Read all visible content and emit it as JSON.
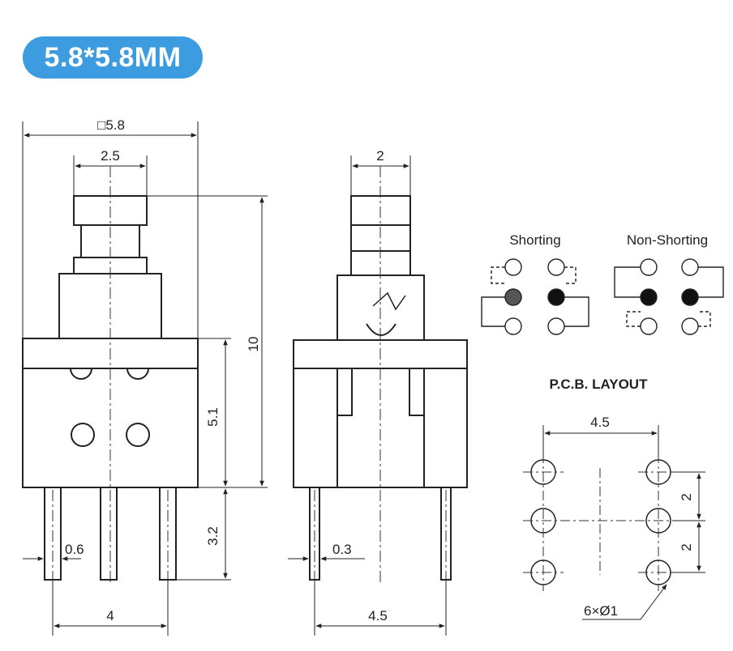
{
  "badge": {
    "text": "5.8*5.8MM",
    "color": "#3d9be0"
  },
  "front_view": {
    "width_dim": "□5.8",
    "cap_dim": "2.5",
    "height_dim": "10",
    "body_dim": "5.1",
    "pin_len_dim": "3.2",
    "pin_width_dim": "0.6",
    "pin_pitch_dim": "4"
  },
  "side_view": {
    "cap_dim": "2",
    "pin_width_dim": "0.3",
    "pin_pitch_dim": "4.5"
  },
  "schematics": {
    "shorting_label": "Shorting",
    "non_shorting_label": "Non-Shorting"
  },
  "pcb": {
    "title": "P.C.B. LAYOUT",
    "pitch_x": "4.5",
    "pitch_y1": "2",
    "pitch_y2": "2",
    "hole_note": "6×Ø1"
  }
}
